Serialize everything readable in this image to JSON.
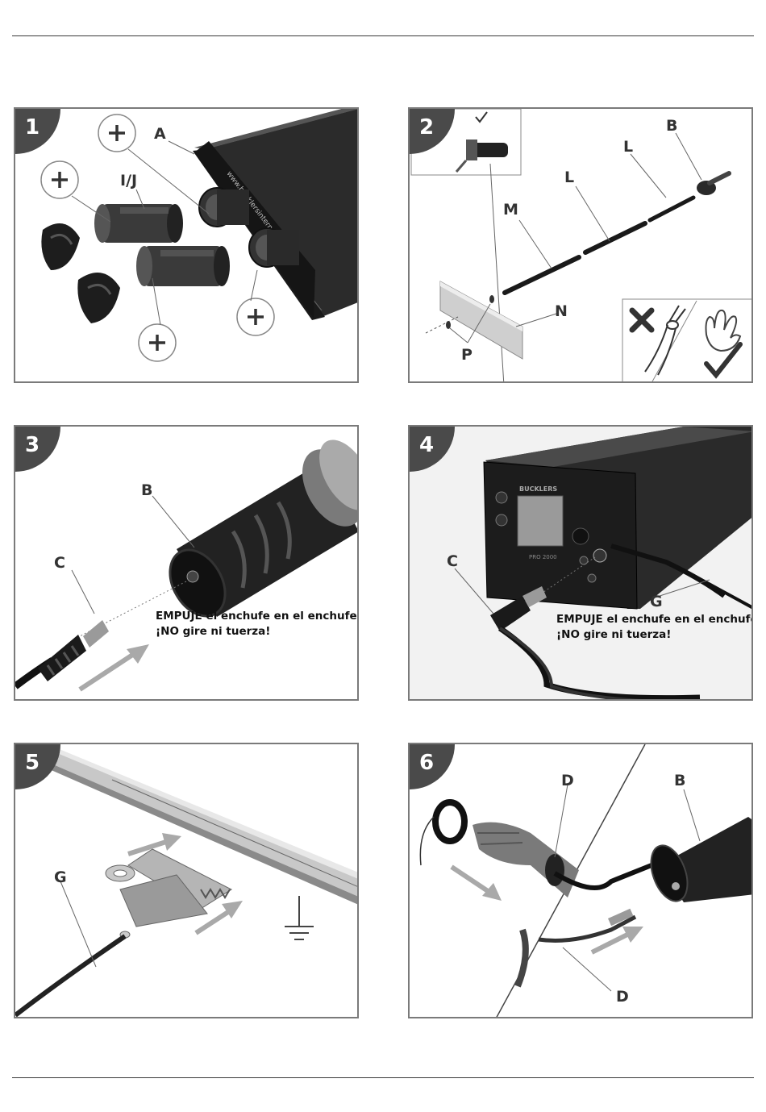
{
  "steps": [
    {
      "number": "1",
      "labels": {
        "a": "A",
        "ij": "I/J"
      }
    },
    {
      "number": "2",
      "labels": {
        "b": "B",
        "l1": "L",
        "l2": "L",
        "m": "M",
        "n": "N",
        "p": "P"
      }
    },
    {
      "number": "3",
      "labels": {
        "b": "B",
        "c": "C"
      },
      "caption": {
        "line1": "EMPUJE el enchufe en el enchufe",
        "line2": "¡NO gire ni tuerza!"
      }
    },
    {
      "number": "4",
      "labels": {
        "c": "C",
        "g": "G"
      },
      "caption": {
        "line1": "EMPUJE el enchufe en el enchufe",
        "line2": "¡NO gire ni tuerza!"
      }
    },
    {
      "number": "5",
      "labels": {
        "g": "G"
      }
    },
    {
      "number": "6",
      "labels": {
        "d1": "D",
        "b": "B",
        "d2": "D"
      }
    }
  ],
  "icons": [
    "plus-sign-icon",
    "check-icon",
    "cross-icon",
    "pliers-icon",
    "hand-icon",
    "ground-symbol-icon",
    "push-arrow-icon"
  ],
  "colors": {
    "badge": "#4a4a4a",
    "border": "#7a7a7a",
    "label": "#333333",
    "arrow": "#a9a9a9"
  }
}
